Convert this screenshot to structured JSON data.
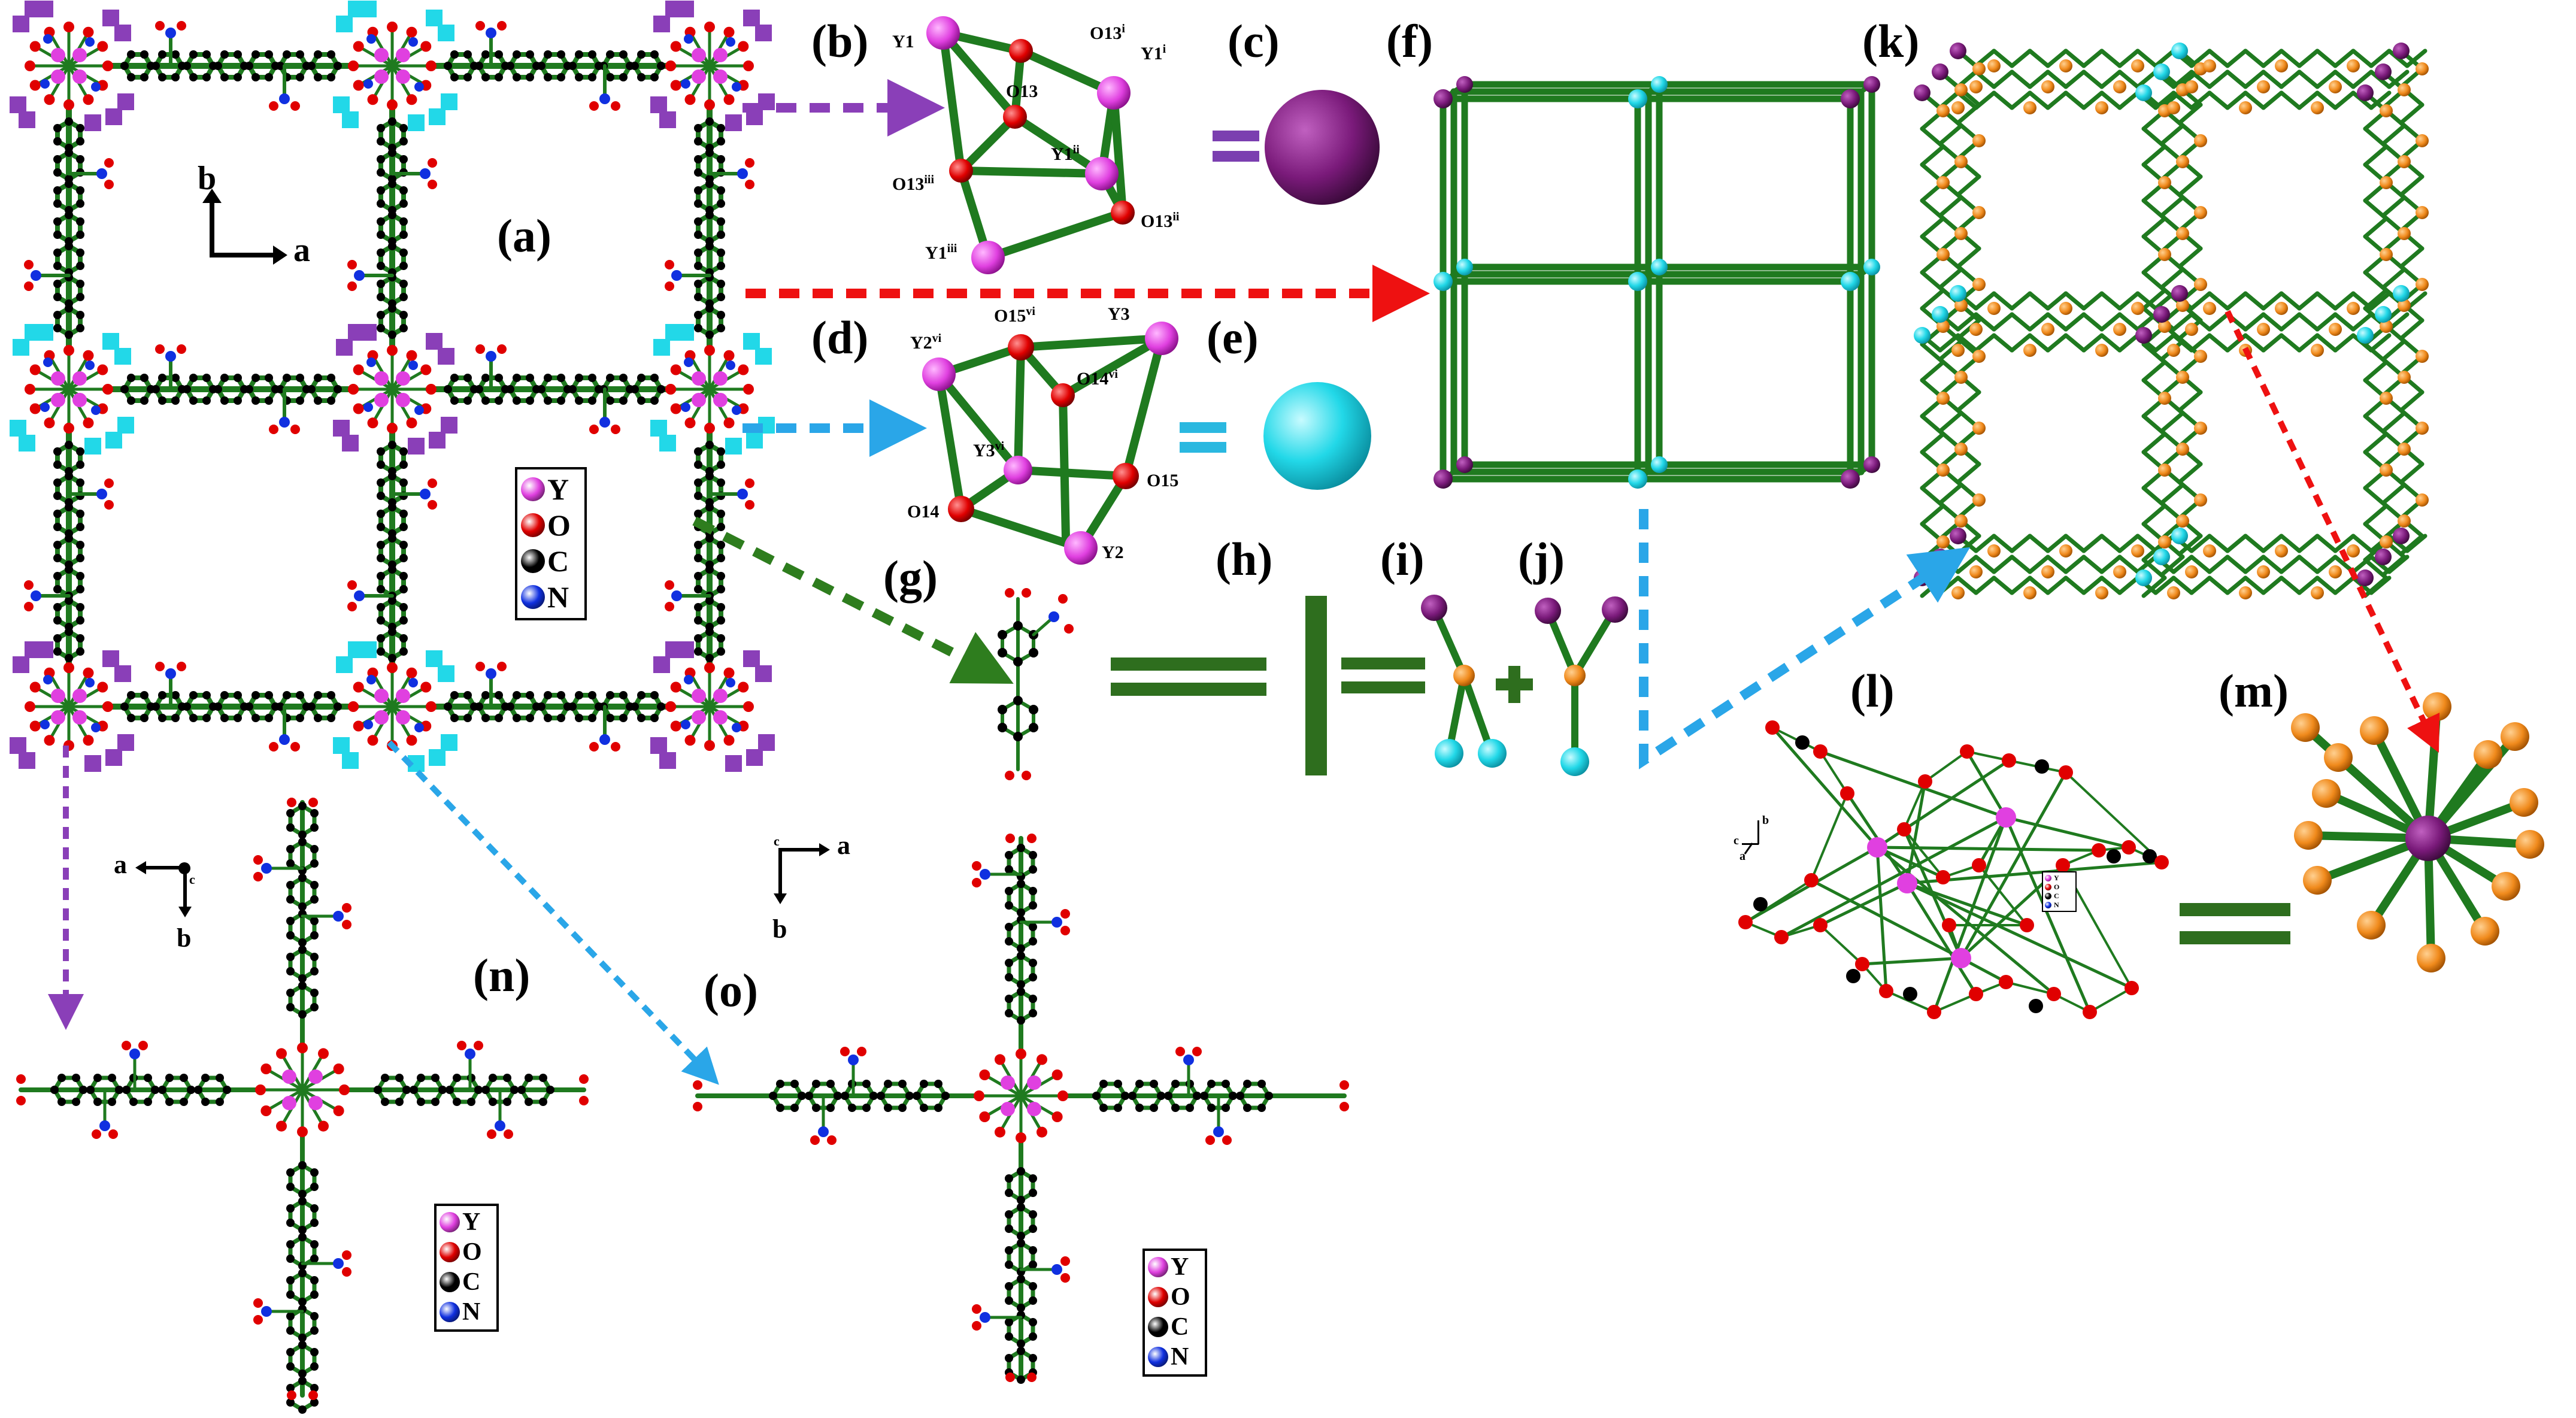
{
  "panels": {
    "a": "(a)",
    "b": "(b)",
    "c": "(c)",
    "d": "(d)",
    "e": "(e)",
    "f": "(f)",
    "g": "(g)",
    "h": "(h)",
    "i": "(i)",
    "j": "(j)",
    "k": "(k)",
    "l": "(l)",
    "m": "(m)",
    "n": "(n)",
    "o": "(o)"
  },
  "legend": {
    "items": [
      {
        "symbol": "Y",
        "color": "#e040e0"
      },
      {
        "symbol": "O",
        "color": "#e00000"
      },
      {
        "symbol": "C",
        "color": "#000000"
      },
      {
        "symbol": "N",
        "color": "#1030e0"
      }
    ]
  },
  "axes": {
    "a_panel": {
      "vertical": "b",
      "horizontal": "a"
    },
    "n_panel": {
      "left": "a",
      "down": "b",
      "center": "c"
    },
    "o_panel": {
      "right": "a",
      "down": "b",
      "center": "c"
    },
    "l_panel": {
      "up": "b",
      "left": "c",
      "diag": "a"
    }
  },
  "cluster_b_labels": {
    "y1": "Y1",
    "o13i": "O13",
    "o13i_sup": "i",
    "y1i": "Y1",
    "y1i_sup": "i",
    "o13": "O13",
    "y1ii": "Y1",
    "y1ii_sup": "ii",
    "o13iii": "O13",
    "o13iii_sup": "iii",
    "o13ii": "O13",
    "o13ii_sup": "ii",
    "y1iii": "Y1",
    "y1iii_sup": "iii"
  },
  "cluster_d_labels": {
    "y2vi": "Y2",
    "y2vi_sup": "vi",
    "o15vi": "O15",
    "o15vi_sup": "vi",
    "y3": "Y3",
    "o14vi": "O14",
    "o14vi_sup": "vi",
    "y3vi": "Y3",
    "y3vi_sup": "vi",
    "o15": "O15",
    "o14": "O14",
    "y2": "Y2"
  },
  "colors": {
    "bond": "#1f7a1f",
    "yttrium": "#e040e0",
    "oxygen": "#e00000",
    "carbon": "#000000",
    "nitrogen": "#1030e0",
    "node_purple": "#7a1a7a",
    "node_cyan": "#22d8e8",
    "node_orange": "#f08a1c",
    "arrow_purple": "#8a3fb8",
    "arrow_red": "#ee1111",
    "arrow_blue": "#2aa6e8",
    "arrow_green": "#2e7d1e",
    "equals_purple": "#7b3fb0",
    "equals_cyan": "#2ab8e0",
    "equals_green": "#2e6e1e"
  }
}
